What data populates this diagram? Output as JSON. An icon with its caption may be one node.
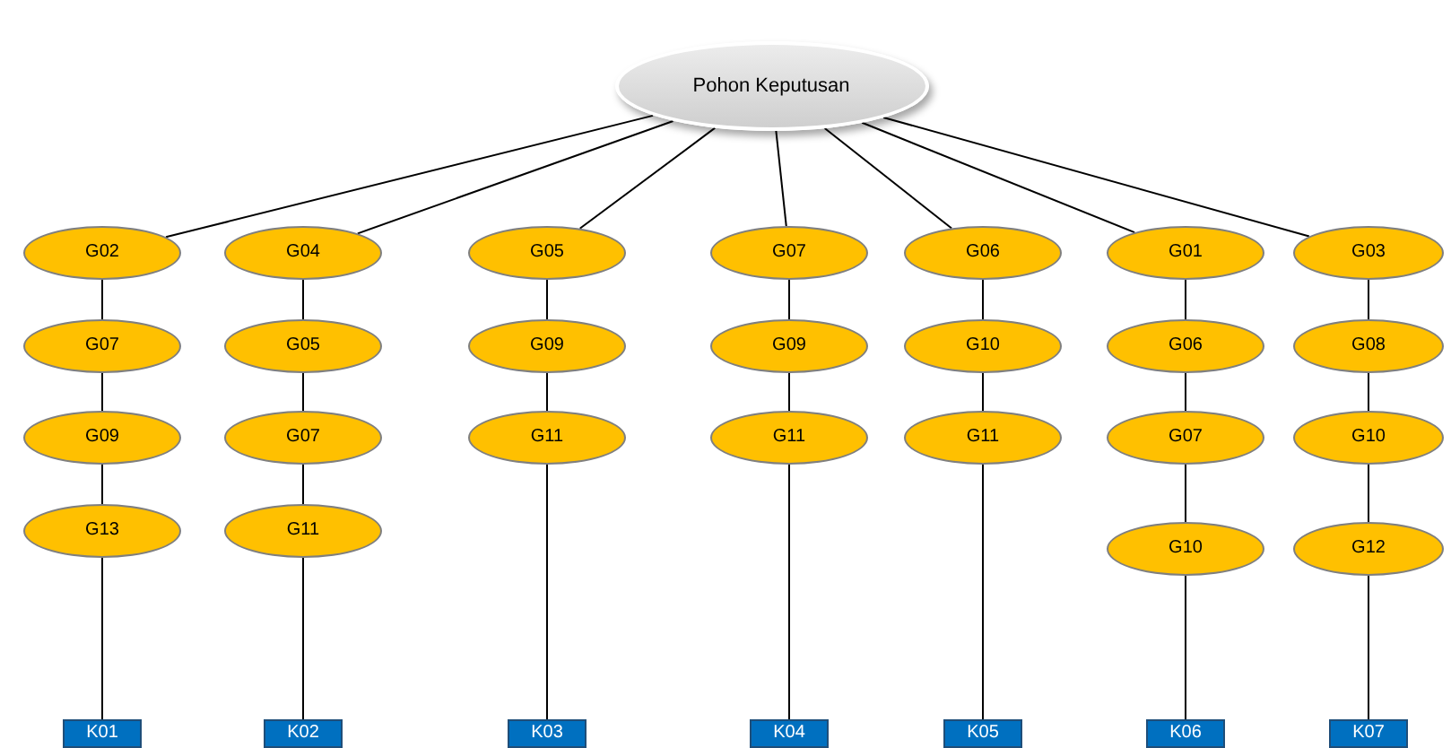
{
  "diagram": {
    "nodes": [
      {
        "text": [
          "Pohon Keputusan"
        ]
      },
      {
        "text": [
          "G02"
        ]
      },
      {
        "text": [
          "G07"
        ]
      },
      {
        "text": [
          "G09"
        ]
      },
      {
        "text": [
          "G13"
        ]
      },
      {
        "text": [
          "K01"
        ]
      },
      {
        "text": [
          "G04"
        ]
      },
      {
        "text": [
          "G05"
        ]
      },
      {
        "text": [
          "G07"
        ]
      },
      {
        "text": [
          "G11"
        ]
      },
      {
        "text": [
          "K02"
        ]
      },
      {
        "text": [
          "G05"
        ]
      },
      {
        "text": [
          "G09"
        ]
      },
      {
        "text": [
          "G11"
        ]
      },
      {
        "text": [
          "K03"
        ]
      },
      {
        "text": [
          "G07"
        ]
      },
      {
        "text": [
          "G09"
        ]
      },
      {
        "text": [
          "G11"
        ]
      },
      {
        "text": [
          "K04"
        ]
      },
      {
        "text": [
          "G06"
        ]
      },
      {
        "text": [
          "G10"
        ]
      },
      {
        "text": [
          "G11"
        ]
      },
      {
        "text": [
          "K05"
        ]
      },
      {
        "text": [
          "G01"
        ]
      },
      {
        "text": [
          "G06"
        ]
      },
      {
        "text": [
          "G07"
        ]
      },
      {
        "text": [
          "G10"
        ]
      },
      {
        "text": [
          "K06"
        ]
      },
      {
        "text": [
          "G03"
        ]
      },
      {
        "text": [
          "G08"
        ]
      },
      {
        "text": [
          "G10"
        ]
      },
      {
        "text": [
          "G12"
        ]
      },
      {
        "text": [
          "K07"
        ]
      }
    ],
    "edges": [
      {
        "from": 0,
        "to": 1,
        "arrow": "none"
      },
      {
        "from": 0,
        "to": 6,
        "arrow": "none"
      },
      {
        "from": 0,
        "to": 11,
        "arrow": "none"
      },
      {
        "from": 0,
        "to": 15,
        "arrow": "none"
      },
      {
        "from": 0,
        "to": 19,
        "arrow": "none"
      },
      {
        "from": 0,
        "to": 23,
        "arrow": "none"
      },
      {
        "from": 0,
        "to": 28,
        "arrow": "none"
      },
      {
        "from": 1,
        "to": 2,
        "arrow": "none"
      },
      {
        "from": 2,
        "to": 3,
        "arrow": "none"
      },
      {
        "from": 3,
        "to": 4,
        "arrow": "none"
      },
      {
        "from": 4,
        "to": 5,
        "arrow": "none"
      },
      {
        "from": 6,
        "to": 7,
        "arrow": "none"
      },
      {
        "from": 7,
        "to": 8,
        "arrow": "none"
      },
      {
        "from": 8,
        "to": 9,
        "arrow": "none"
      },
      {
        "from": 9,
        "to": 10,
        "arrow": "none"
      },
      {
        "from": 11,
        "to": 12,
        "arrow": "none"
      },
      {
        "from": 12,
        "to": 13,
        "arrow": "none"
      },
      {
        "from": 13,
        "to": 14,
        "arrow": "none"
      },
      {
        "from": 15,
        "to": 16,
        "arrow": "none"
      },
      {
        "from": 16,
        "to": 17,
        "arrow": "none"
      },
      {
        "from": 17,
        "to": 18,
        "arrow": "none"
      },
      {
        "from": 19,
        "to": 20,
        "arrow": "none"
      },
      {
        "from": 20,
        "to": 21,
        "arrow": "none"
      },
      {
        "from": 21,
        "to": 22,
        "arrow": "none"
      },
      {
        "from": 23,
        "to": 24,
        "arrow": "none"
      },
      {
        "from": 24,
        "to": 25,
        "arrow": "none"
      },
      {
        "from": 25,
        "to": 26,
        "arrow": "none"
      },
      {
        "from": 26,
        "to": 27,
        "arrow": "none"
      },
      {
        "from": 28,
        "to": 29,
        "arrow": "none"
      },
      {
        "from": 29,
        "to": 30,
        "arrow": "none"
      },
      {
        "from": 30,
        "to": 31,
        "arrow": "none"
      },
      {
        "from": 31,
        "to": 32,
        "arrow": "none"
      }
    ]
  }
}
